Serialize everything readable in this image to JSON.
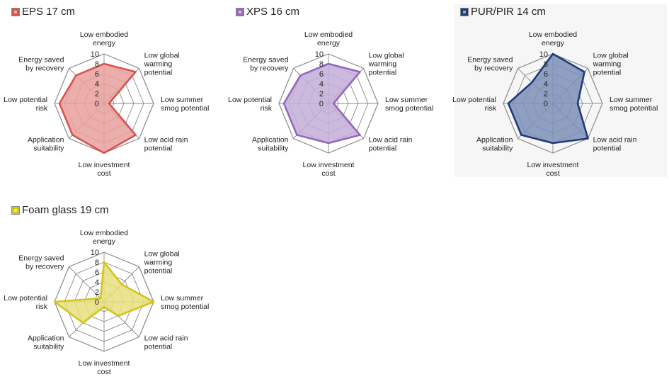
{
  "chart_data": [
    {
      "type": "radar",
      "title": "EPS 17 cm",
      "color": "#d9534f",
      "fill": "#e8a09c",
      "axes": [
        "Low embodied energy",
        "Low global warming potential",
        "Low summer smog potential",
        "Low acid rain potential",
        "Low investment cost",
        "Application suitability",
        "Low potential risk",
        "Energy saved by recovery"
      ],
      "values": [
        8,
        9,
        1,
        9,
        10,
        9,
        9,
        8
      ],
      "rlim": [
        0,
        10
      ],
      "ticks": [
        "0",
        "2",
        "4",
        "6",
        "8",
        "10"
      ],
      "grid": true
    },
    {
      "type": "radar",
      "title": "XPS 16 cm",
      "color": "#9467bd",
      "fill": "#c3aed8",
      "axes": [
        "Low embodied energy",
        "Low global warming potential",
        "Low summer smog potential",
        "Low acid rain potential",
        "Low investment cost",
        "Application suitability",
        "Low potential risk",
        "Energy saved by recovery"
      ],
      "values": [
        8,
        9,
        1,
        9,
        8,
        9,
        9,
        8
      ],
      "rlim": [
        0,
        10
      ],
      "ticks": [
        "0",
        "2",
        "4",
        "6",
        "8",
        "10"
      ],
      "grid": true
    },
    {
      "type": "radar",
      "title": "PUR/PIR 14 cm",
      "color": "#1f3a7a",
      "fill": "#7d8fb8",
      "axes": [
        "Low embodied energy",
        "Low global warming potential",
        "Low summer smog potential",
        "Low acid rain potential",
        "Low investment cost",
        "Application suitability",
        "Low potential risk",
        "Energy saved by recovery"
      ],
      "values": [
        10,
        9,
        5,
        10,
        8,
        9,
        9,
        6
      ],
      "rlim": [
        0,
        10
      ],
      "ticks": [
        "0",
        "2",
        "4",
        "6",
        "8",
        "10"
      ],
      "grid": true
    },
    {
      "type": "radar",
      "title": "Foam glass 19 cm",
      "color": "#d4c41a",
      "fill": "#e8e07e",
      "axes": [
        "Low embodied energy",
        "Low global warming potential",
        "Low summer smog potential",
        "Low acid rain potential",
        "Low investment cost",
        "Application suitability",
        "Low potential risk",
        "Energy saved by recovery"
      ],
      "values": [
        8,
        5,
        10,
        4,
        1,
        6,
        10,
        1
      ],
      "rlim": [
        0,
        10
      ],
      "ticks": [
        "0",
        "2",
        "4",
        "6",
        "8",
        "10"
      ],
      "grid": true
    }
  ]
}
